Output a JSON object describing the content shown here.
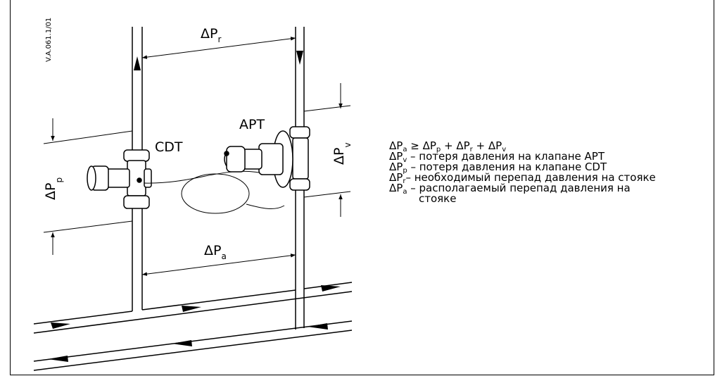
{
  "doc_code": "V.A.061.1/01",
  "labels": {
    "cdt": "CDT",
    "apt": "APT",
    "dp_r": {
      "base": "ΔP",
      "sub": "r"
    },
    "dp_a": {
      "base": "ΔP",
      "sub": "a"
    },
    "dp_p": {
      "base": "ΔP",
      "sub": "p"
    },
    "dp_v": {
      "base": "ΔP",
      "sub": "v"
    }
  },
  "legend": {
    "formula": {
      "t1": "ΔP",
      "s1": "a",
      "op1": " ≥ ",
      "t2": "ΔP",
      "s2": "p",
      "op2": " + ",
      "t3": "ΔP",
      "s3": "r",
      "op3": " + ",
      "t4": "ΔP",
      "s4": "v"
    },
    "items": [
      {
        "sym": "ΔP",
        "sub": "v",
        "text": " – потеря давления на клапане APT"
      },
      {
        "sym": "ΔP",
        "sub": "p",
        "text": " – потеря давления на клапане CDT"
      },
      {
        "sym": "ΔP",
        "sub": "r",
        "text": "– необходимый перепад давления на стояке"
      },
      {
        "sym": "ΔP",
        "sub": "a",
        "text": " – располагаемый перепад давления на",
        "cont": "стояке"
      }
    ]
  }
}
